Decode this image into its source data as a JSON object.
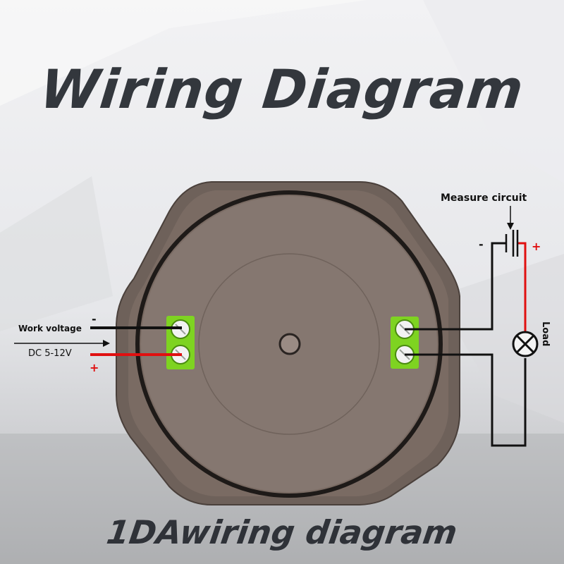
{
  "header": {
    "title": "Wiring Diagram"
  },
  "footer": {
    "subtitle": "1DAwiring diagram"
  },
  "labels": {
    "work_voltage": "Work voltage",
    "dc_range": "DC 5-12V",
    "left_minus": "-",
    "left_plus": "+",
    "measure_circuit": "Measure circuit",
    "battery_minus": "-",
    "battery_plus": "+",
    "load": "Load"
  },
  "colors": {
    "title": "#33373d",
    "housing": "#6f625b",
    "face": "#7a6c64",
    "terminal": "#7ed321",
    "wire_black": "#111111",
    "wire_red": "#e01010"
  }
}
